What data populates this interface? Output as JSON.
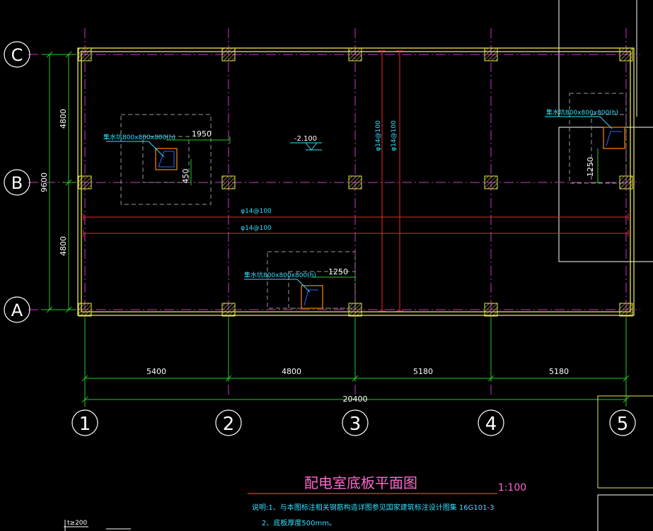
{
  "colors": {
    "background": "#000000",
    "grid_axis": "#cc33cc",
    "slab_edge": "#e8e850",
    "dimension": "#22cc22",
    "rebar": "#ff2222",
    "annotation": "#33e0ff",
    "pit_outline": "#999999",
    "pit_box": "#ff8800",
    "pit_inner": "#3366ff",
    "text_white": "#ffffff",
    "title_pink": "#ff66cc",
    "title_underline": "#ff3333",
    "frame_yellow": "#e8e850",
    "frame_white": "#ffffff"
  },
  "grid": {
    "columns": [
      "1",
      "2",
      "3",
      "4",
      "5"
    ],
    "rows": [
      "C",
      "B",
      "A"
    ]
  },
  "dimensions": {
    "bays": [
      "5400",
      "4800",
      "5180",
      "5180"
    ],
    "total_x": "20400",
    "left_spans": [
      "4800",
      "4800"
    ],
    "total_y": "9600"
  },
  "annotations": {
    "pit1_label": "集水坑800x800x800(h)",
    "pit1_dim_x": "1950",
    "pit1_dim_y": "450",
    "pit2_label": "集水坑800x800x800(h)",
    "pit2_dim_x": "1250",
    "pit3_label": "集水坑800x800x800(h)",
    "pit3_dim_y": "1250",
    "elevation": "-2.100",
    "rebar_v1": "φ14@100",
    "rebar_v2": "φ14@100",
    "rebar_h1": "φ14@100",
    "rebar_h2": "φ14@100"
  },
  "title": {
    "main": "配电室底板平面图",
    "scale": "1:100"
  },
  "notes": {
    "line1": "说明:1、与本图标注相关钢筋构造详图参见国家建筑标注设计图集 16G101-3",
    "line2": "2、底板厚度500mm。"
  },
  "legend": {
    "small_label": "t≥200"
  }
}
